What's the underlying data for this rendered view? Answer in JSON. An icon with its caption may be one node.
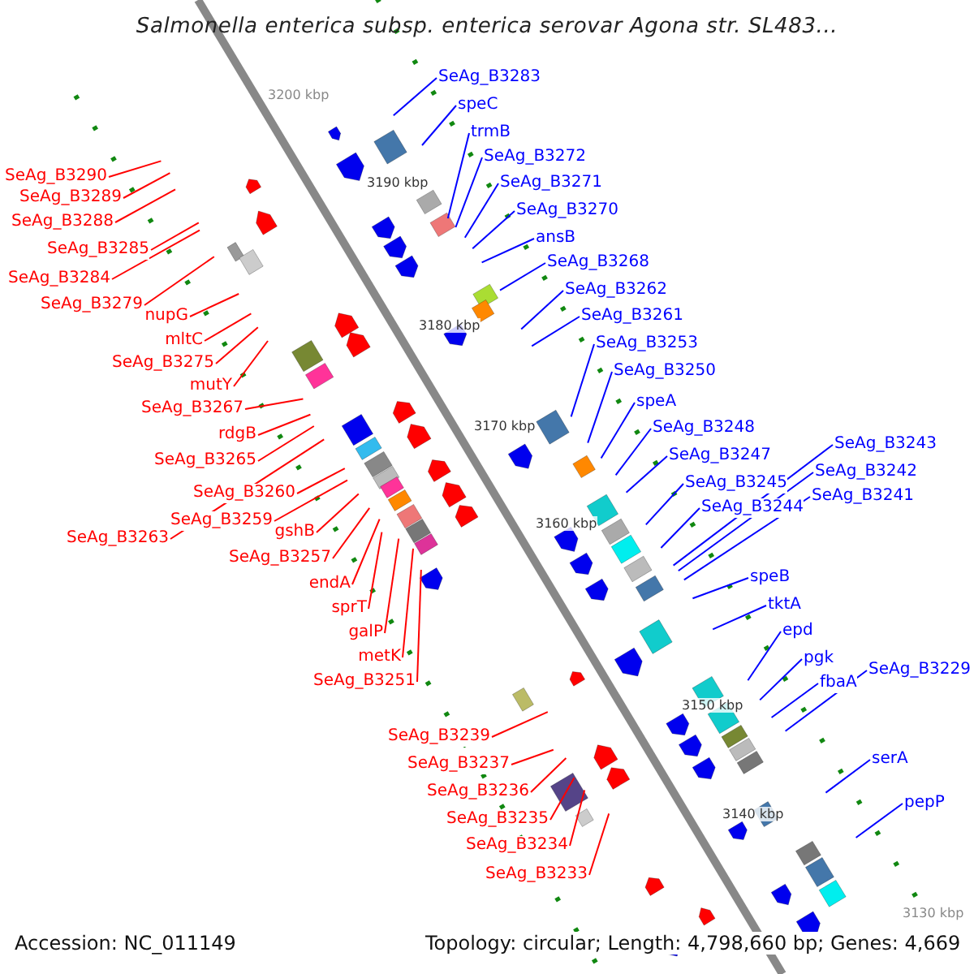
{
  "diagram": {
    "title": "Salmonella enterica subsp. enterica serovar Agona str. SL483...",
    "nodes": [
      {
        "text": [
          "SeAg_B3290"
        ]
      },
      {
        "text": [
          "SeAg_B3289"
        ]
      },
      {
        "text": [
          "SeAg_B3288"
        ]
      },
      {
        "text": [
          "SeAg_B3285"
        ]
      },
      {
        "text": [
          "SeAg_B3284"
        ]
      },
      {
        "text": [
          "SeAg_B3279"
        ]
      },
      {
        "text": [
          "nupG"
        ]
      },
      {
        "text": [
          "mltC"
        ]
      },
      {
        "text": [
          "SeAg_B3275"
        ]
      },
      {
        "text": [
          "mutY"
        ]
      },
      {
        "text": [
          "SeAg_B3267"
        ]
      },
      {
        "text": [
          "rdgB"
        ]
      },
      {
        "text": [
          "SeAg_B3265"
        ]
      },
      {
        "text": [
          "SeAg_B3260"
        ]
      },
      {
        "text": [
          "SeAg_B3259"
        ]
      },
      {
        "text": [
          "SeAg_B3263"
        ]
      },
      {
        "text": [
          "gshB"
        ]
      },
      {
        "text": [
          "SeAg_B3257"
        ]
      },
      {
        "text": [
          "endA"
        ]
      },
      {
        "text": [
          "sprT"
        ]
      },
      {
        "text": [
          "galP"
        ]
      },
      {
        "text": [
          "metK"
        ]
      },
      {
        "text": [
          "SeAg_B3251"
        ]
      },
      {
        "text": [
          "SeAg_B3239"
        ]
      },
      {
        "text": [
          "SeAg_B3237"
        ]
      },
      {
        "text": [
          "SeAg_B3236"
        ]
      },
      {
        "text": [
          "SeAg_B3235"
        ]
      },
      {
        "text": [
          "SeAg_B3234"
        ]
      },
      {
        "text": [
          "SeAg_B3233"
        ]
      },
      {
        "text": [
          "SeAg_B3283"
        ]
      },
      {
        "text": [
          "speC"
        ]
      },
      {
        "text": [
          "trmB"
        ]
      },
      {
        "text": [
          "SeAg_B3272"
        ]
      },
      {
        "text": [
          "SeAg_B3271"
        ]
      },
      {
        "text": [
          "SeAg_B3270"
        ]
      },
      {
        "text": [
          "ansB"
        ]
      },
      {
        "text": [
          "SeAg_B3268"
        ]
      },
      {
        "text": [
          "SeAg_B3262"
        ]
      },
      {
        "text": [
          "SeAg_B3261"
        ]
      },
      {
        "text": [
          "SeAg_B3253"
        ]
      },
      {
        "text": [
          "SeAg_B3250"
        ]
      },
      {
        "text": [
          "speA"
        ]
      },
      {
        "text": [
          "SeAg_B3248"
        ]
      },
      {
        "text": [
          "SeAg_B3247"
        ]
      },
      {
        "text": [
          "SeAg_B3245"
        ]
      },
      {
        "text": [
          "SeAg_B3244"
        ]
      },
      {
        "text": [
          "SeAg_B3243"
        ]
      },
      {
        "text": [
          "SeAg_B3242"
        ]
      },
      {
        "text": [
          "SeAg_B3241"
        ]
      },
      {
        "text": [
          "speB"
        ]
      },
      {
        "text": [
          "tktA"
        ]
      },
      {
        "text": [
          "epd"
        ]
      },
      {
        "text": [
          "pgk"
        ]
      },
      {
        "text": [
          "fbaA"
        ]
      },
      {
        "text": [
          "SeAg_B3229"
        ]
      },
      {
        "text": [
          "serA"
        ]
      },
      {
        "text": [
          "pepP"
        ]
      }
    ],
    "edges": [
      {
        "from": 0,
        "to": null,
        "arrow": "none"
      },
      {
        "from": 1,
        "to": null,
        "arrow": "none"
      },
      {
        "from": 2,
        "to": null,
        "arrow": "none"
      },
      {
        "from": 3,
        "to": null,
        "arrow": "none"
      },
      {
        "from": 4,
        "to": null,
        "arrow": "none"
      },
      {
        "from": 5,
        "to": null,
        "arrow": "none"
      },
      {
        "from": 6,
        "to": null,
        "arrow": "none"
      },
      {
        "from": 7,
        "to": null,
        "arrow": "none"
      },
      {
        "from": 8,
        "to": null,
        "arrow": "none"
      },
      {
        "from": 9,
        "to": null,
        "arrow": "none"
      },
      {
        "from": 10,
        "to": null,
        "arrow": "none"
      },
      {
        "from": 11,
        "to": null,
        "arrow": "none"
      },
      {
        "from": 12,
        "to": null,
        "arrow": "none"
      },
      {
        "from": 13,
        "to": null,
        "arrow": "none"
      },
      {
        "from": 14,
        "to": null,
        "arrow": "none"
      },
      {
        "from": 15,
        "to": null,
        "arrow": "none"
      },
      {
        "from": 16,
        "to": null,
        "arrow": "none"
      },
      {
        "from": 17,
        "to": null,
        "arrow": "none"
      },
      {
        "from": 18,
        "to": null,
        "arrow": "none"
      },
      {
        "from": 19,
        "to": null,
        "arrow": "none"
      },
      {
        "from": 20,
        "to": null,
        "arrow": "none"
      },
      {
        "from": 21,
        "to": null,
        "arrow": "none"
      },
      {
        "from": 22,
        "to": null,
        "arrow": "none"
      },
      {
        "from": 23,
        "to": null,
        "arrow": "none"
      },
      {
        "from": 24,
        "to": null,
        "arrow": "none"
      },
      {
        "from": 25,
        "to": null,
        "arrow": "none"
      },
      {
        "from": 26,
        "to": null,
        "arrow": "none"
      },
      {
        "from": 27,
        "to": null,
        "arrow": "none"
      },
      {
        "from": 28,
        "to": null,
        "arrow": "none"
      },
      {
        "from": 29,
        "to": null,
        "arrow": "none",
        "color": "#0000ff"
      },
      {
        "from": 30,
        "to": null,
        "arrow": "none",
        "color": "#0000ff"
      },
      {
        "from": 31,
        "to": null,
        "arrow": "none",
        "color": "#0000ff"
      },
      {
        "from": 32,
        "to": null,
        "arrow": "none",
        "color": "#0000ff"
      },
      {
        "from": 33,
        "to": null,
        "arrow": "none",
        "color": "#0000ff"
      },
      {
        "from": 34,
        "to": null,
        "arrow": "none",
        "color": "#0000ff"
      },
      {
        "from": 35,
        "to": null,
        "arrow": "none",
        "color": "#0000ff"
      },
      {
        "from": 36,
        "to": null,
        "arrow": "none",
        "color": "#0000ff"
      },
      {
        "from": 37,
        "to": null,
        "arrow": "none",
        "color": "#0000ff"
      },
      {
        "from": 38,
        "to": null,
        "arrow": "none",
        "color": "#0000ff"
      },
      {
        "from": 39,
        "to": null,
        "arrow": "none",
        "color": "#0000ff"
      },
      {
        "from": 40,
        "to": null,
        "arrow": "none",
        "color": "#0000ff"
      },
      {
        "from": 41,
        "to": null,
        "arrow": "none",
        "color": "#0000ff"
      },
      {
        "from": 42,
        "to": null,
        "arrow": "none",
        "color": "#0000ff"
      },
      {
        "from": 43,
        "to": null,
        "arrow": "none",
        "color": "#0000ff"
      },
      {
        "from": 44,
        "to": null,
        "arrow": "none",
        "color": "#0000ff"
      },
      {
        "from": 45,
        "to": null,
        "arrow": "none",
        "color": "#0000ff"
      },
      {
        "from": 46,
        "to": null,
        "arrow": "none",
        "color": "#0000ff"
      },
      {
        "from": 47,
        "to": null,
        "arrow": "none",
        "color": "#0000ff"
      },
      {
        "from": 48,
        "to": null,
        "arrow": "none",
        "color": "#0000ff"
      },
      {
        "from": 49,
        "to": null,
        "arrow": "none",
        "color": "#0000ff"
      },
      {
        "from": 50,
        "to": null,
        "arrow": "none",
        "color": "#0000ff"
      },
      {
        "from": 51,
        "to": null,
        "arrow": "none",
        "color": "#0000ff"
      },
      {
        "from": 52,
        "to": null,
        "arrow": "none",
        "color": "#0000ff"
      },
      {
        "from": 53,
        "to": null,
        "arrow": "none",
        "color": "#0000ff"
      },
      {
        "from": 54,
        "to": null,
        "arrow": "none",
        "color": "#0000ff"
      },
      {
        "from": 55,
        "to": null,
        "arrow": "none",
        "color": "#0000ff"
      },
      {
        "from": 56,
        "to": null,
        "arrow": "none",
        "color": "#0000ff"
      }
    ],
    "labels": [
      "3200 kbp",
      "3190 kbp",
      "3180 kbp",
      "3170 kbp",
      "3160 kbp",
      "3150 kbp",
      "3140 kbp",
      "3130 kbp",
      "Accession: NC_011149",
      "Topology: circular; Length: 4,798,660 bp; Genes: 4,669"
    ]
  }
}
